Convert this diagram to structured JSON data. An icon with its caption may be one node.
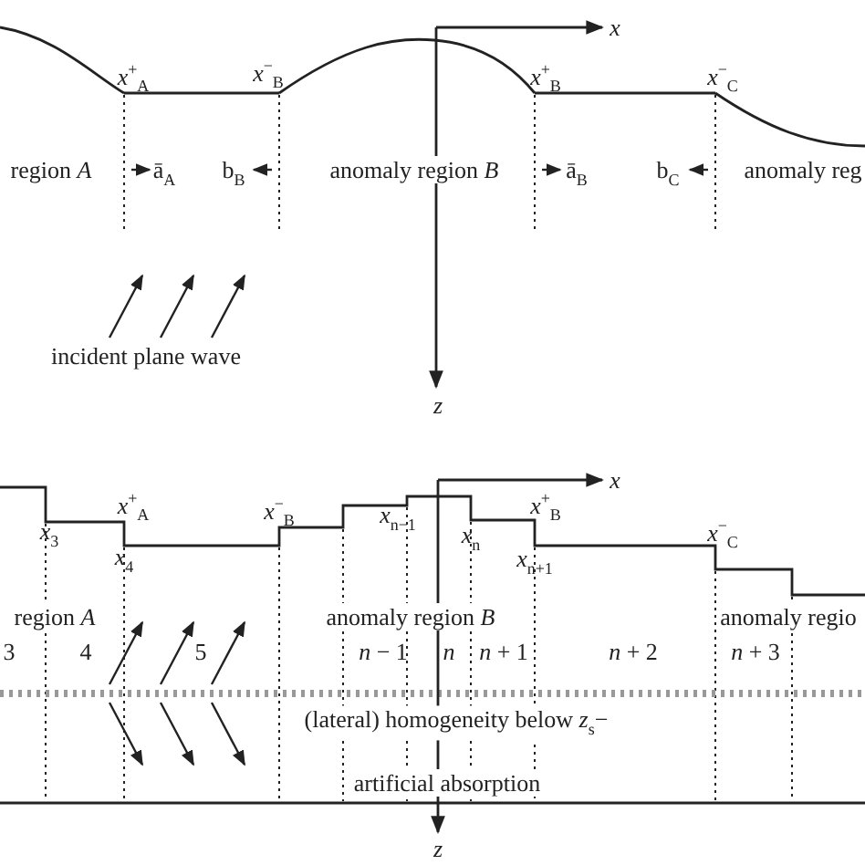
{
  "diagram": {
    "labels": [
      "*x*",
      "*x*$^{+}$$_{A}$",
      "*x*$^{−}$$_{B}$",
      "*x*$^{+}$$_{B}$",
      "*x*$^{−}$$_{C}$",
      "region *A*",
      "ā$_{A}$",
      "b$_{B}$",
      "anomaly region *B*",
      "ā$_{B}$",
      "b$_{C}$",
      "anomaly reg",
      "incident plane wave",
      "*z*",
      "*x*",
      "*x*$^{+}$$_{A}$",
      "*x*$^{−}$$_{B}$",
      "*x*$_{n−1}$",
      "*x*$^{+}$$_{B}$",
      "*x*$_{3}$",
      "*x*$_{n}$",
      "*x*$^{−}$$_{C}$",
      "*x*$_{4}$",
      "*x*$_{n+1}$",
      "region *A*",
      "anomaly region *B*",
      "anomaly regio",
      "3",
      "4",
      "5",
      "*n* − 1",
      "*n*",
      "*n* + 1",
      "*n* + 2",
      "*n* + 3",
      "(lateral) homogeneity below *z*$_{s}$−",
      "artificial absorption",
      "*z*"
    ]
  }
}
